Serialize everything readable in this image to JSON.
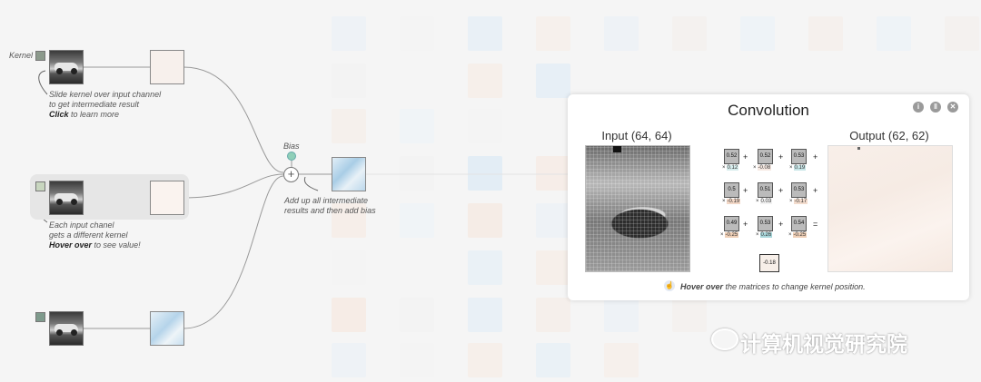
{
  "left": {
    "kernel_label": "Kernel",
    "note_slide": [
      "Slide kernel over input channel",
      "to get intermediate result"
    ],
    "note_click_bold": "Click",
    "note_click_rest": "to learn more",
    "note_each": [
      "Each input chanel",
      "gets a different kernel"
    ],
    "note_hover_bold": "Hover over",
    "note_hover_rest": "to see value!",
    "bias_label": "Bias",
    "note_add": [
      "Add up all intermediate",
      "results and then add bias"
    ]
  },
  "panel": {
    "title": "Convolution",
    "input_title": "Input (64, 64)",
    "output_title": "Output (62, 62)",
    "rows": [
      [
        {
          "v": "0.52",
          "w": "0.12",
          "c": "#d6ecec"
        },
        {
          "v": "0.52",
          "w": "-0.08",
          "c": "#f6e9e2"
        },
        {
          "v": "0.53",
          "w": "0.19",
          "c": "#c7e5e7"
        }
      ],
      [
        {
          "v": "0.5",
          "w": "-0.19",
          "c": "#f2d7c6"
        },
        {
          "v": "0.51",
          "w": "0.03",
          "c": "#f2f2f2"
        },
        {
          "v": "0.53",
          "w": "-0.17",
          "c": "#f3dccd"
        }
      ],
      [
        {
          "v": "0.49",
          "w": "-0.25",
          "c": "#efcfb6"
        },
        {
          "v": "0.53",
          "w": "0.26",
          "c": "#a8d7db"
        },
        {
          "v": "0.54",
          "w": "-0.25",
          "c": "#efcfb6"
        }
      ]
    ],
    "times": "×",
    "plus": "+",
    "equals": "=",
    "result": "-0.18",
    "hint_bold": "Hover over",
    "hint_rest": "the matrices to change kernel position."
  },
  "icons": [
    "info-icon",
    "pause-icon",
    "close-icon",
    "pointer-hand-icon",
    "plus-icon",
    "wechat-icon"
  ],
  "watermark": "计算机视觉研究院",
  "colors": {
    "teal": "#9fd3c7",
    "peach": "#f4e6dd",
    "blue": "#b9d9ec"
  }
}
